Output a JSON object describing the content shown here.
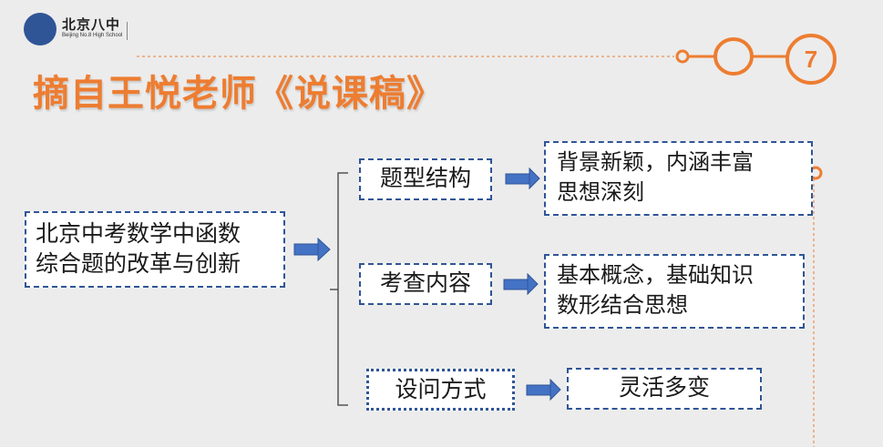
{
  "logo": {
    "name_cn": "北京八中",
    "name_en": "Beijing No.8 High School"
  },
  "page_number": "7",
  "title": "摘自王悦老师《说课稿》",
  "main_box": {
    "line1": "北京中考数学中函数",
    "line2": "综合题的改革与创新"
  },
  "branches": [
    {
      "label": "题型结构",
      "detail_line1": "背景新颖，内涵丰富",
      "detail_line2": "思想深刻"
    },
    {
      "label": "考查内容",
      "detail_line1": "基本概念，基础知识",
      "detail_line2": "数形结合思想"
    },
    {
      "label": "设问方式",
      "detail_line1": "灵活多变"
    }
  ],
  "colors": {
    "accent": "#ed7d31",
    "box_border": "#2f5597",
    "arrow": "#4472c4",
    "background": "#ececec"
  }
}
